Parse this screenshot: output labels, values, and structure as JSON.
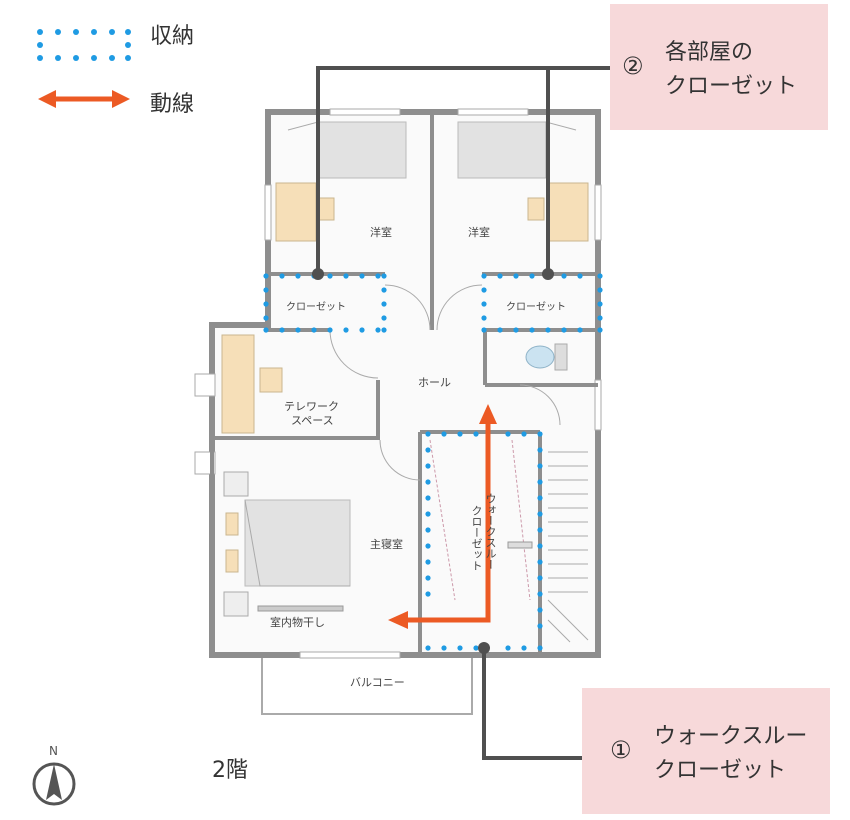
{
  "legend": {
    "storage_label": "収納",
    "flow_label": "動線",
    "storage_color": "#1f9be3",
    "flow_color": "#ec5a24"
  },
  "callouts": [
    {
      "number": "②",
      "lines": [
        "各部屋の",
        "クローゼット"
      ]
    },
    {
      "number": "①",
      "lines": [
        "ウォークスルー",
        "クローゼット"
      ]
    }
  ],
  "rooms": {
    "western_room_left": "洋室",
    "western_room_right": "洋室",
    "closet_left": "クローゼット",
    "closet_right": "クローゼット",
    "hall": "ホール",
    "telework_line1": "テレワーク",
    "telework_line2": "スペース",
    "master_bedroom": "主寝室",
    "walkthrough_closet_line1": "ウォークスルー",
    "walkthrough_closet_line2": "クローゼット",
    "indoor_drying": "室内物干し",
    "balcony": "バルコニー"
  },
  "floor_label": "2階",
  "compass": {
    "north": "N"
  },
  "colors": {
    "callout_bg": "#f7d9da",
    "wall": "#8e8e8e",
    "leader": "#505050",
    "furniture": "#f6dfb8",
    "bed": "#e2e2e2"
  }
}
